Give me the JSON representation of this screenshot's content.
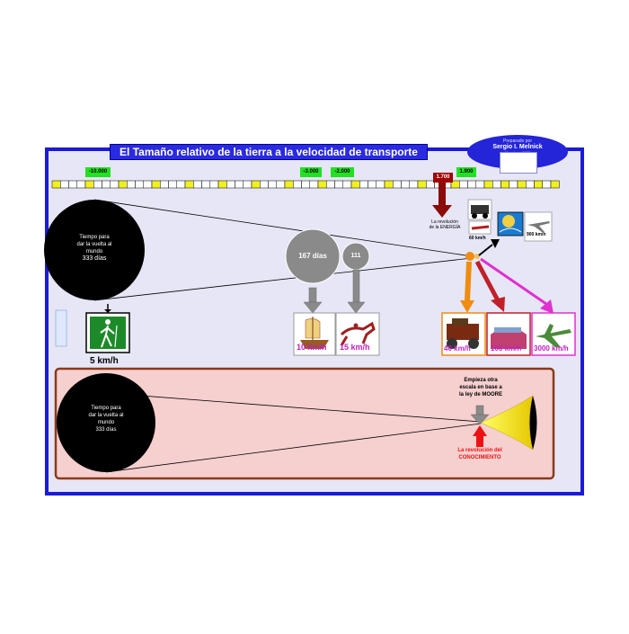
{
  "title": "El Tamaño relativo de la tierra a la velocidad de transporte",
  "credit": {
    "prepared_by": "Preparado por",
    "name": "Sergio I. Melnick",
    "subtitle": "Mosaico a 2006"
  },
  "timeline": {
    "labels": [
      {
        "text": "-10.000",
        "style": "green"
      },
      {
        "text": "-3.000",
        "style": "green"
      },
      {
        "text": "-2.000",
        "style": "green"
      },
      {
        "text": "1.700",
        "style": "red"
      },
      {
        "text": "1.900",
        "style": "green"
      }
    ]
  },
  "big_circle": {
    "line1": "Tiempo para",
    "line2": "dar la vuelta al",
    "line3": "mundo",
    "line4": "333 días"
  },
  "medium_circle": "167 días",
  "small_circle": "111",
  "energy_revolution": {
    "line1": "La revolución",
    "line2": "de la ENERGÍA"
  },
  "speeds": {
    "walk": "5 km/h",
    "ship": "10 km/h",
    "horse": "15 km/h",
    "car_small": "60 km/h",
    "plane_small": "900 km/h",
    "car": "40 km/h",
    "train": "100 km/h",
    "jet": "3000 km/h"
  },
  "lower_panel": {
    "circle": {
      "line1": "Tiempo para",
      "line2": "dar la vuelta al",
      "line3": "mundo",
      "line4": "333 días"
    },
    "moore": {
      "line1": "Empieza otra",
      "line2": "escala en base a",
      "line3": "la ley de MOORE"
    },
    "knowledge": {
      "line1": "La revolución del",
      "line2": "CONOCIMIENTO"
    }
  },
  "colors": {
    "frame": "#1a1ad8",
    "panel_bg": "#e4e4f4",
    "lower_panel_bg": "#f6cfcf",
    "lower_panel_border": "#8a3a1a",
    "orange": "#f08c10",
    "crimson": "#c0202a",
    "magenta": "#e030d0",
    "gray": "#8a8a8a",
    "yellow": "#f0f020",
    "label_purple": "#c020c0"
  }
}
